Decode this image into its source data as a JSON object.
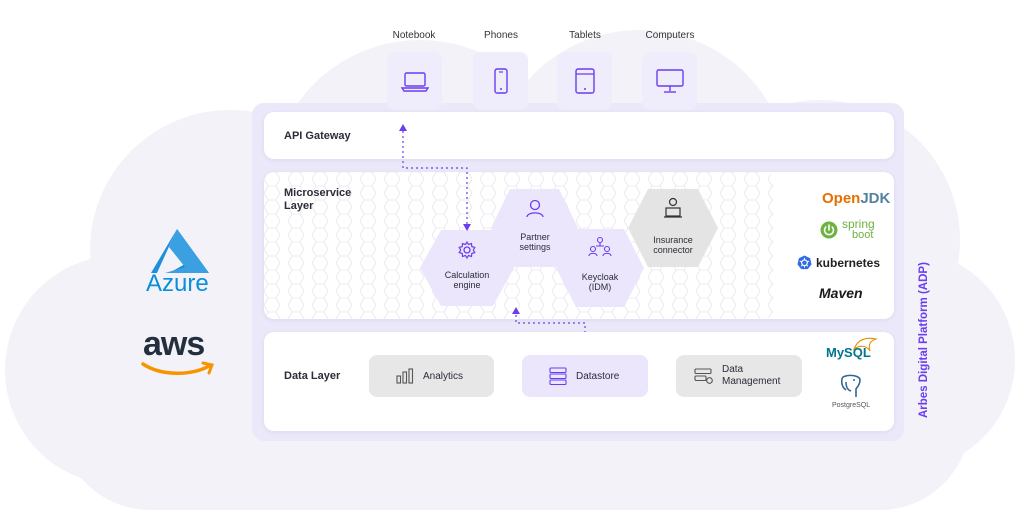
{
  "devices": [
    {
      "label": "Notebook",
      "icon": "notebook-icon"
    },
    {
      "label": "Phones",
      "icon": "phone-icon"
    },
    {
      "label": "Tablets",
      "icon": "tablet-icon"
    },
    {
      "label": "Computers",
      "icon": "computer-icon"
    }
  ],
  "api_gateway": {
    "title": "API Gateway"
  },
  "microservice_layer": {
    "title_line1": "Microservice",
    "title_line2": "Layer",
    "services": {
      "calculation": {
        "line1": "Calculation",
        "line2": "engine",
        "icon": "gear-icon"
      },
      "partner": {
        "line1": "Partner",
        "line2": "settings",
        "icon": "user-icon"
      },
      "keycloak": {
        "line1": "Keycloak",
        "line2": "(IDM)",
        "icon": "people-network-icon"
      },
      "insurance": {
        "line1": "Insurance",
        "line2": "connector",
        "icon": "person-laptop-icon"
      }
    },
    "technologies": {
      "openjdk": {
        "part1": "Open",
        "part2": "JDK"
      },
      "spring": {
        "line1": "spring",
        "line2": "boot"
      },
      "kubernetes": "kubernetes",
      "maven": "Maven"
    }
  },
  "data_layer": {
    "title": "Data Layer",
    "analytics": "Analytics",
    "datastore": "Datastore",
    "data_management_line1": "Data",
    "data_management_line2": "Management",
    "mysql": "MySQL",
    "postgresql": "PostgreSQL"
  },
  "clouds": {
    "azure": "Azure",
    "aws": "aws"
  },
  "platform_label": "Arbes Digital Platform (ADP)",
  "colors": {
    "accent": "#6b3df0",
    "hex_purple": "#ebe6fc",
    "hex_gray": "#e4e4e4",
    "cloud": "#f3f2f8",
    "frame": "#ebe8f9",
    "azure": "#0a8fd8",
    "aws_orange": "#f79400",
    "openjdk": "#e76f00",
    "spring": "#6db33f",
    "kubernetes": "#326ce5"
  }
}
